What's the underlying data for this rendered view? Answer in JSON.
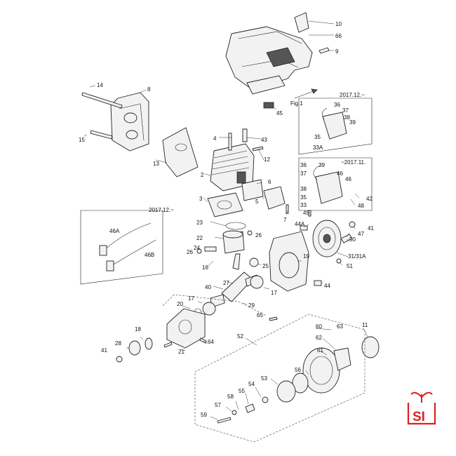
{
  "labels": [
    "10",
    "66",
    "9",
    "8",
    "14",
    "15",
    "45",
    "4",
    "43",
    "13",
    "2",
    "12",
    "3",
    "6",
    "5",
    "7",
    "23",
    "26",
    "22",
    "26",
    "24",
    "16",
    "25",
    "27",
    "40",
    "17",
    "17",
    "20",
    "29",
    "19",
    "65",
    "18",
    "28",
    "41",
    "21",
    "64",
    "52",
    "11",
    "60",
    "63",
    "62",
    "61",
    "56",
    "53",
    "54",
    "55",
    "58",
    "57",
    "59",
    "36",
    "37",
    "38",
    "39",
    "35",
    "33A",
    "36",
    "37",
    "39",
    "46",
    "46",
    "38",
    "35",
    "33",
    "42",
    "48",
    "49",
    "44A",
    "41",
    "47",
    "50",
    "31/31A",
    "51",
    "44",
    "46A",
    "46B"
  ],
  "callouts": {
    "fig1": "Fig.1",
    "date_new_top": "2017.12.~",
    "date_old": "~2017.11.",
    "date_new_left": "2017.12.~"
  },
  "logo": {
    "text": "SI",
    "color": "#e02020"
  }
}
